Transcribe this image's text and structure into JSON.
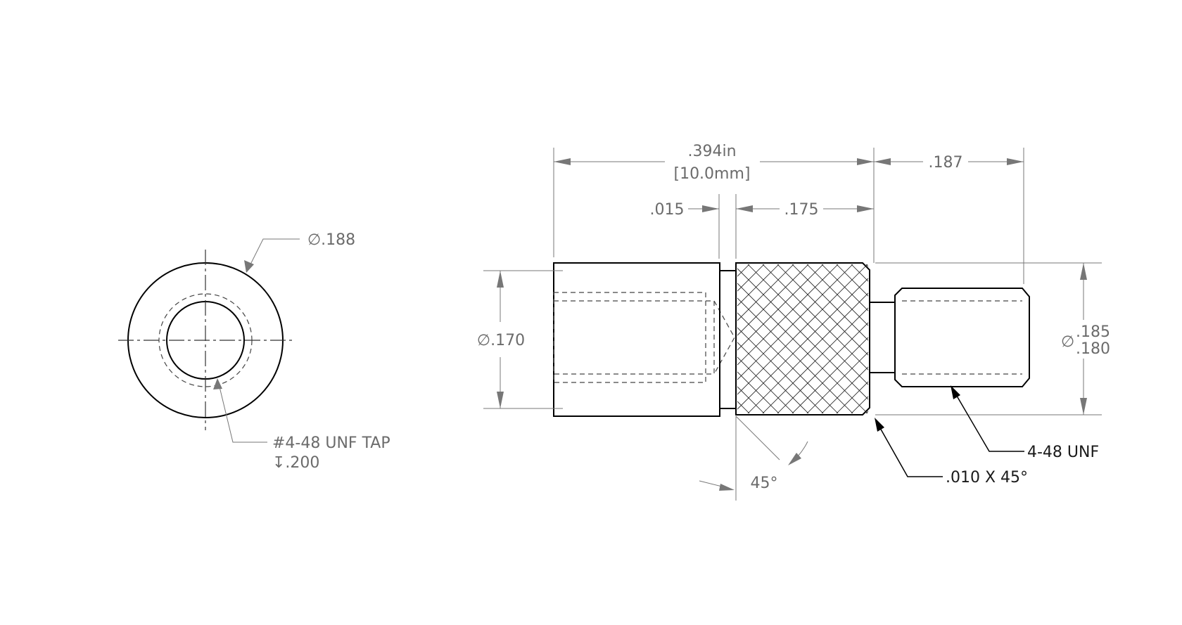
{
  "drawing": {
    "end_view": {
      "outer_diameter": "∅.188",
      "tap_callout": "#4-48 UNF TAP",
      "tap_depth": "↧.200"
    },
    "side_view": {
      "overall_length": ".394in",
      "overall_length_metric": "[10.0mm]",
      "thread_length": ".187",
      "groove_width": ".015",
      "knurl_length": ".175",
      "body_diameter": "∅.170",
      "knurl_diameter_max": ".185",
      "knurl_diameter_min": ".180",
      "diameter_symbol": "∅",
      "thread_label": "4-48 UNF",
      "chamfer_label": ".010 X 45°",
      "angle_label": "45°"
    }
  }
}
